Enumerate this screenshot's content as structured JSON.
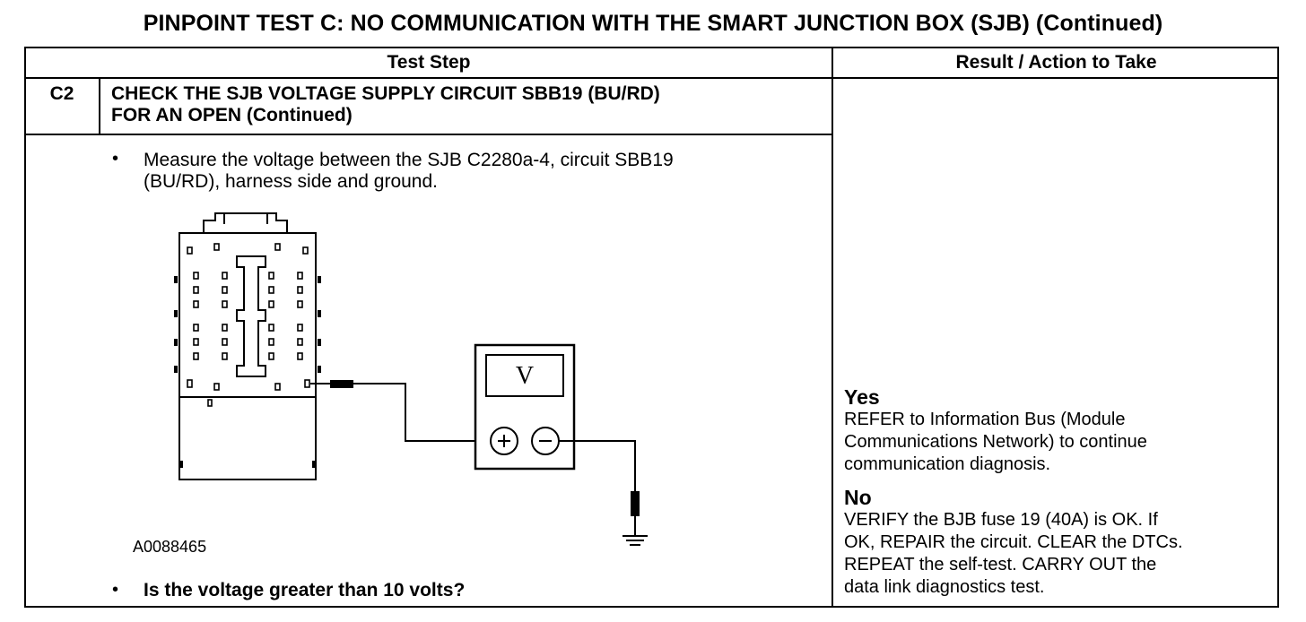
{
  "page": {
    "title": "PINPOINT TEST C: NO COMMUNICATION WITH THE SMART JUNCTION BOX (SJB) (Continued)"
  },
  "table": {
    "headers": {
      "test_step": "Test Step",
      "result_action": "Result / Action to Take"
    },
    "step": {
      "number": "C2",
      "title_line1": "CHECK THE SJB VOLTAGE SUPPLY CIRCUIT SBB19 (BU/RD)",
      "title_line2": "FOR AN OPEN (Continued)",
      "bullet_symbol": "•",
      "instruction_line1": "Measure the voltage between the SJB C2280a-4, circuit SBB19",
      "instruction_line2": "(BU/RD), harness side and ground.",
      "figure_id": "A0088465",
      "meter_symbol": "V",
      "question": "Is the voltage greater than 10 volts?"
    },
    "results": [
      {
        "label": "Yes",
        "lines": [
          "REFER to Information Bus (Module",
          "Communications Network) to continue",
          "communication diagnosis."
        ]
      },
      {
        "label": "No",
        "lines": [
          "VERIFY the BJB fuse 19 (40A) is OK. If",
          "OK, REPAIR the circuit. CLEAR the DTCs.",
          "REPEAT the self-test. CARRY OUT the",
          "data link diagnostics test."
        ]
      }
    ]
  }
}
